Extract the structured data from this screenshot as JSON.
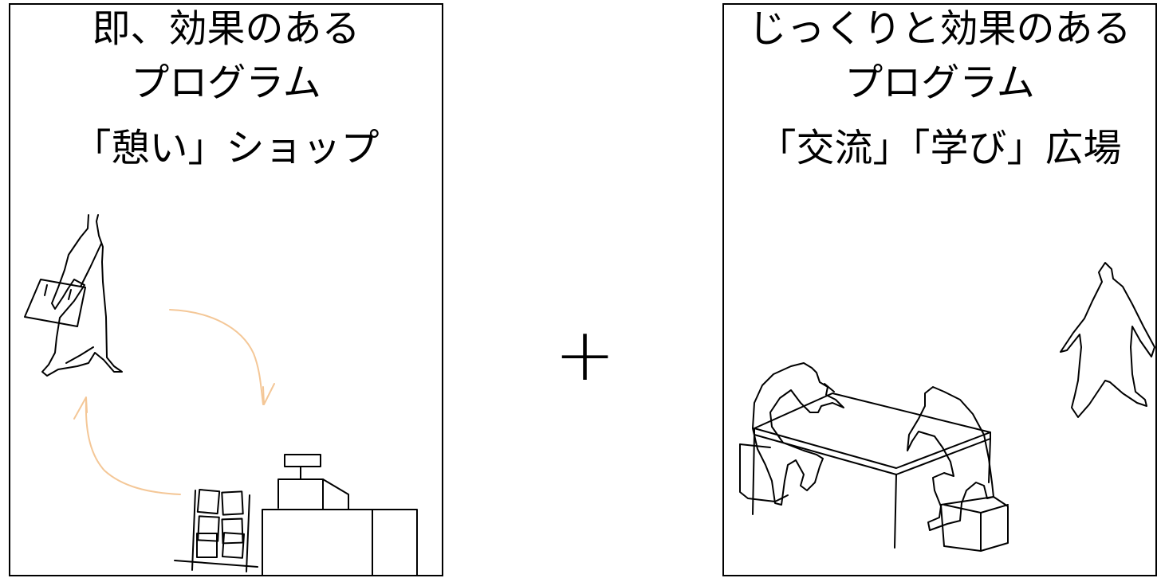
{
  "left": {
    "title_line1": "即、効果のある",
    "title_line2": "プログラム",
    "subtitle": "「憩い」ショップ",
    "cycle_arrow_color": "#f4c797"
  },
  "operator": "+",
  "right": {
    "title_line1": "じっくりと効果のある",
    "title_line2": "プログラム",
    "subtitle": "「交流」「学び」広場"
  }
}
